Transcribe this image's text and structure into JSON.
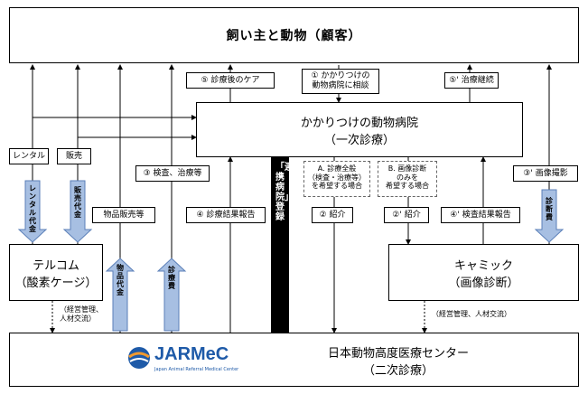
{
  "nodes": {
    "owner": "飼い主と動物（顧客）",
    "clinic_line1": "かかりつけの動物病院",
    "clinic_line2": "（一次診療）",
    "telecom_line1": "テルコム",
    "telecom_line2": "（酸素ケージ）",
    "camic_line1": "キャミック",
    "camic_line2": "（画像診断）",
    "center_line1": "日本動物高度医療センター",
    "center_line2": "（二次診療）",
    "logo_text": "JARMeC",
    "logo_subtext": "Japan Animal Referral Medical Center"
  },
  "labels": {
    "rental": "レンタル",
    "sale": "販売",
    "after_care": "⑤ 診療後のケア",
    "consult_l1": "① かかりつけの",
    "consult_l2": "動物病院に相談",
    "treat_continue": "⑤' 治療継続",
    "exam_treat": "③ 検査、治療等",
    "image_shoot": "③' 画像撮影",
    "product_sales": "物品販売等",
    "result_report": "④ 診療結果報告",
    "referral": "② 紹介",
    "referral_prime": "②' 紹介",
    "exam_report": "④' 検査結果報告",
    "affiliate_reg": "「連携病院」登録"
  },
  "notes": {
    "option_a_l1": "A. 診療全般",
    "option_a_l2": "（検査・治療等）",
    "option_a_l3": "を希望する場合",
    "option_b_l1": "B. 画像診断",
    "option_b_l2": "のみを",
    "option_b_l3": "希望する場合",
    "mgmt_left_l1": "（経営管理、",
    "mgmt_left_l2": "人材交流）",
    "mgmt_right": "（経営管理、人材交流）"
  },
  "flows": {
    "rental_fee": "レンタル代金",
    "sales_fee": "販売代金",
    "product_fee": "物品代金",
    "medical_fee": "診療費",
    "diagnosis_fee": "診断費"
  },
  "colors": {
    "big_arrow_fill": "#a7bfe2",
    "big_arrow_stroke": "#5b7fb8",
    "bar": "#000000",
    "logo_blue": "#1e5aa8",
    "logo_orange": "#f29a2e"
  }
}
